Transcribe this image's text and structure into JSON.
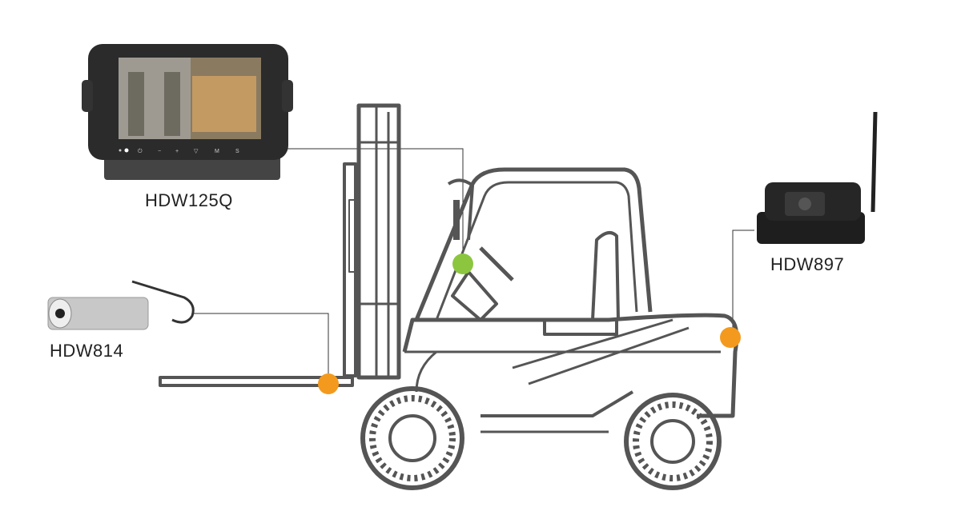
{
  "devices": [
    {
      "model": "HDW125Q",
      "type": "monitor",
      "mount_point": "cab",
      "dot_color": "#8cc63f"
    },
    {
      "model": "HDW814",
      "type": "camera",
      "mount_point": "fork",
      "dot_color": "#f39a1e"
    },
    {
      "model": "HDW897",
      "type": "camera",
      "mount_point": "rear",
      "dot_color": "#f39a1e"
    }
  ],
  "monitor_buttons": [
    "⏻",
    "−",
    "+",
    "▽",
    "M",
    "S"
  ],
  "colors": {
    "line": "#555555",
    "connector": "#333333",
    "green": "#8cc63f",
    "orange": "#f39a1e"
  }
}
